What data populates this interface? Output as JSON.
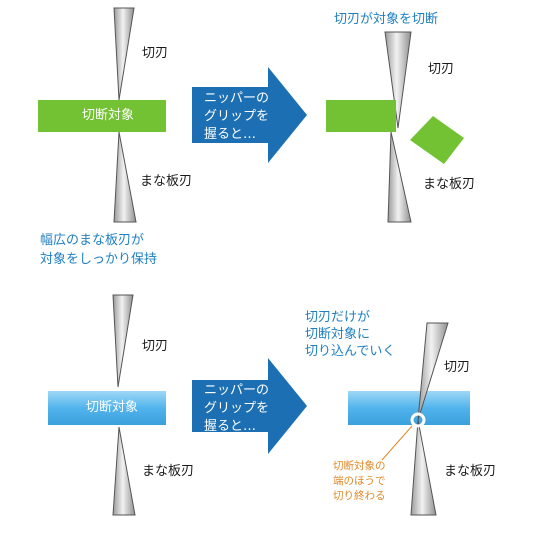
{
  "diagram": {
    "top": {
      "before": {
        "target_label": "切断対象",
        "upper_blade_label": "切刃",
        "lower_blade_label": "まな板刃",
        "note_line1": "幅広のまな板刃が",
        "note_line2": "対象をしっかり保持"
      },
      "arrow": {
        "line1": "ニッパーの",
        "line2": "グリップを",
        "line3": "握ると…"
      },
      "after": {
        "title": "切刃が対象を切断",
        "upper_blade_label": "切刃",
        "lower_blade_label": "まな板刃"
      }
    },
    "bottom": {
      "before": {
        "target_label": "切断対象",
        "upper_blade_label": "切刃",
        "lower_blade_label": "まな板刃"
      },
      "arrow": {
        "line1": "ニッパーの",
        "line2": "グリップを",
        "line3": "握ると…"
      },
      "after": {
        "title_line1": "切刃だけが",
        "title_line2": "切断対象に",
        "title_line3": "切り込んでいく",
        "upper_blade_label": "切刃",
        "lower_blade_label": "まな板刃",
        "note_line1": "切断対象の",
        "note_line2": "端のほうで",
        "note_line3": "切り終わる"
      }
    }
  },
  "colors": {
    "green_target": "#72c233",
    "blue_target": "#52b4ec",
    "arrow": "#1d6fb3",
    "title_blue": "#1f7fc0",
    "note_orange": "#e08a2a"
  }
}
